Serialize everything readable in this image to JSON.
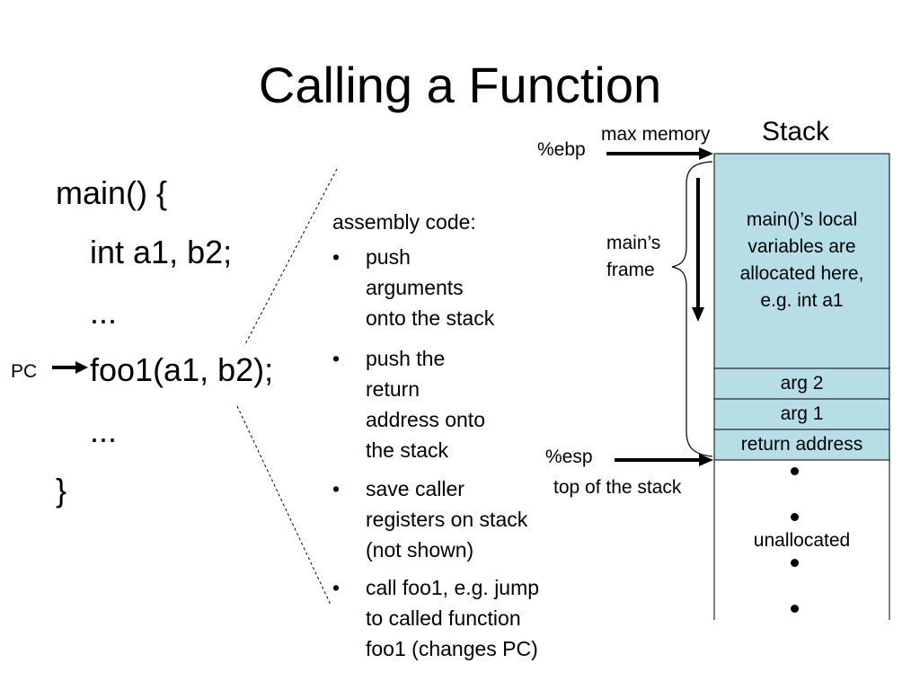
{
  "slide": {
    "title": "Calling a Function"
  },
  "code": {
    "lines": [
      "main() {",
      "int a1, b2;",
      "...",
      "foo1(a1, b2);",
      "...",
      "}"
    ],
    "pc_label": "PC"
  },
  "assembly": {
    "heading": "assembly code:",
    "bullets": [
      {
        "lines": [
          "push",
          "arguments",
          "onto the stack"
        ]
      },
      {
        "lines": [
          "push the",
          "return",
          "address onto",
          "the stack"
        ]
      },
      {
        "lines": [
          "save caller",
          "registers on stack",
          "(not shown)"
        ]
      },
      {
        "lines": [
          "call foo1, e.g. jump",
          "to called function",
          "foo1 (changes PC)"
        ]
      }
    ]
  },
  "stack": {
    "title": "Stack",
    "ebp_label": "%ebp",
    "max_memory_label": "max memory",
    "esp_label": "%esp",
    "top_label": "top of the stack",
    "frame_label": [
      "main’s",
      "frame"
    ],
    "locals_text": [
      "main()’s local",
      "variables are",
      "allocated here,",
      "e.g. int a1"
    ],
    "arg2": "arg 2",
    "arg1": "arg 1",
    "return_address": "return address",
    "unallocated": "unallocated",
    "fill_color": "#b7dde6"
  }
}
